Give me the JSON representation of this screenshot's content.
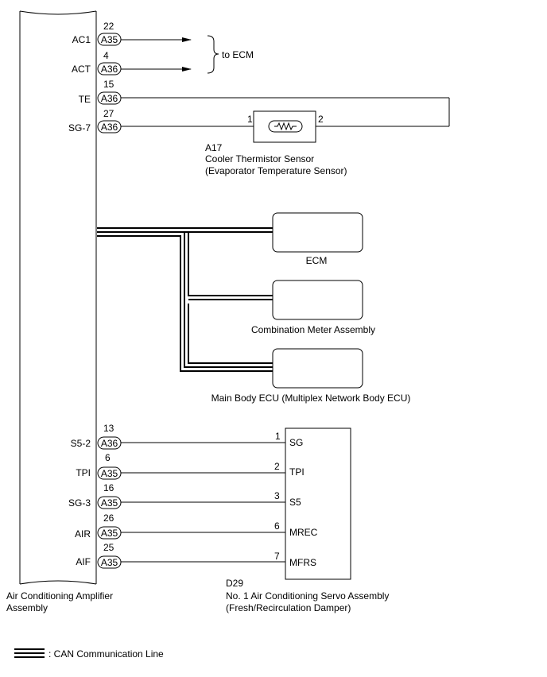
{
  "amplifier": {
    "label_line1": "Air Conditioning Amplifier",
    "label_line2": "Assembly"
  },
  "top_pins": [
    {
      "name": "AC1",
      "pin": "22",
      "connector": "A35"
    },
    {
      "name": "ACT",
      "pin": "4",
      "connector": "A36"
    },
    {
      "name": "TE",
      "pin": "15",
      "connector": "A36"
    },
    {
      "name": "SG-7",
      "pin": "27",
      "connector": "A36"
    }
  ],
  "to_ecm_label": "to ECM",
  "sensor": {
    "code": "A17",
    "name_line1": "Cooler Thermistor Sensor",
    "name_line2": "(Evaporator Temperature Sensor)",
    "pin_left": "1",
    "pin_right": "2"
  },
  "can_nodes": [
    {
      "label": "ECM"
    },
    {
      "label": "Combination Meter Assembly"
    },
    {
      "label": "Main Body ECU (Multiplex Network Body ECU)"
    }
  ],
  "bottom_pins": [
    {
      "name": "S5-2",
      "pin": "13",
      "connector": "A36",
      "servo_pin": "1",
      "servo_label": "SG"
    },
    {
      "name": "TPI",
      "pin": "6",
      "connector": "A35",
      "servo_pin": "2",
      "servo_label": "TPI"
    },
    {
      "name": "SG-3",
      "pin": "16",
      "connector": "A35",
      "servo_pin": "3",
      "servo_label": "S5"
    },
    {
      "name": "AIR",
      "pin": "26",
      "connector": "A35",
      "servo_pin": "6",
      "servo_label": "MREC"
    },
    {
      "name": "AIF",
      "pin": "25",
      "connector": "A35",
      "servo_pin": "7",
      "servo_label": "MFRS"
    }
  ],
  "servo": {
    "code": "D29",
    "name_line1": "No. 1 Air Conditioning Servo Assembly",
    "name_line2": "(Fresh/Recirculation Damper)"
  },
  "legend": {
    "text": ": CAN Communication Line"
  }
}
